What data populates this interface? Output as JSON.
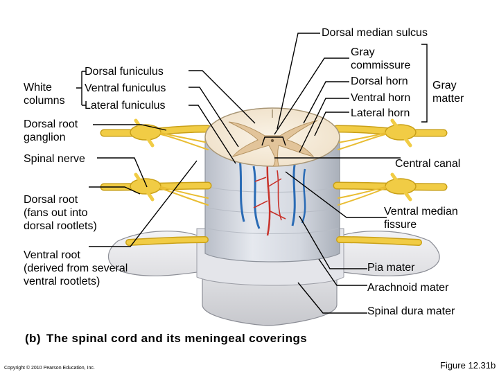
{
  "labels": {
    "dorsal_median_sulcus": "Dorsal median sulcus",
    "gray_commissure": "Gray\ncommissure",
    "dorsal_horn": "Dorsal horn",
    "ventral_horn": "Ventral horn",
    "lateral_horn": "Lateral horn",
    "gray_matter": "Gray\nmatter",
    "dorsal_funiculus": "Dorsal funiculus",
    "ventral_funiculus": "Ventral funiculus",
    "lateral_funiculus": "Lateral funiculus",
    "white_columns": "White\ncolumns",
    "dorsal_root_ganglion": "Dorsal root\nganglion",
    "spinal_nerve": "Spinal nerve",
    "central_canal": "Central canal",
    "dorsal_root": "Dorsal root\n(fans out into\ndorsal rootlets)",
    "ventral_median_fissure": "Ventral median\nfissure",
    "ventral_root": "Ventral root\n(derived from several\nventral rootlets)",
    "pia_mater": "Pia mater",
    "arachnoid_mater": "Arachnoid mater",
    "spinal_dura_mater": "Spinal dura mater"
  },
  "caption": {
    "letter": "(b)",
    "text": "The spinal cord and its meningeal coverings"
  },
  "footer": {
    "copyright": "Copyright © 2010 Pearson Education, Inc.",
    "figure": "Figure 12.31b"
  },
  "colors": {
    "nerve": "#f1cc45",
    "nerve_dark": "#c9a018",
    "gray_matter": "#e2c49a",
    "white_matter": "#f4ead8",
    "cord_body": "#dadfe6",
    "dura": "#e9e9ec",
    "vein": "#2a6bb5",
    "artery": "#c8322a"
  }
}
